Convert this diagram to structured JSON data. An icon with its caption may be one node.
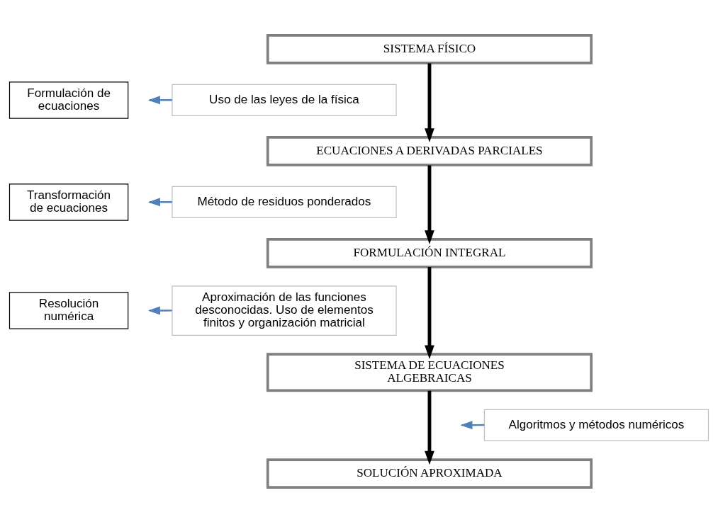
{
  "diagram": {
    "nodes": [
      {
        "text": [
          "SISTEMA FÍSICO"
        ]
      },
      {
        "text": [
          "Formulación de ecuaciones"
        ]
      },
      {
        "text": [
          "Uso de las leyes de la física"
        ]
      },
      {
        "text": [
          "ECUACIONES A DERIVADAS PARCIALES"
        ]
      },
      {
        "text": [
          "Transformación de ecuaciones"
        ]
      },
      {
        "text": [
          "Método de residuos ponderados"
        ]
      },
      {
        "text": [
          "FORMULACIÓN INTEGRAL"
        ]
      },
      {
        "text": [
          "Aproximación de las funciones desconocidas. Uso de elementos finitos y organización matricial"
        ]
      },
      {
        "text": [
          "Resolución numérica"
        ]
      },
      {
        "text": [
          "SISTEMA DE ECUACIONES ALGEBRAICAS"
        ]
      },
      {
        "text": [
          "Algoritmos y métodos numéricos"
        ]
      },
      {
        "text": [
          "SOLUCIÓN APROXIMADA"
        ]
      }
    ],
    "edges": [
      {
        "from": 0,
        "to": 3,
        "arrow": "to",
        "style": "thick"
      },
      {
        "from": 2,
        "to": null,
        "arrow": "to",
        "color": "#4f81bd"
      },
      {
        "from": 3,
        "to": 6,
        "arrow": "to",
        "style": "thick"
      },
      {
        "from": 5,
        "to": null,
        "arrow": "to",
        "color": "#4f81bd"
      },
      {
        "from": 6,
        "to": 9,
        "arrow": "to",
        "style": "thick"
      },
      {
        "from": 7,
        "to": null,
        "arrow": "to",
        "color": "#4f81bd"
      },
      {
        "from": 9,
        "to": 11,
        "arrow": "to",
        "style": "thick"
      },
      {
        "from": 10,
        "to": null,
        "arrow": "to",
        "color": "#4f81bd"
      }
    ]
  }
}
